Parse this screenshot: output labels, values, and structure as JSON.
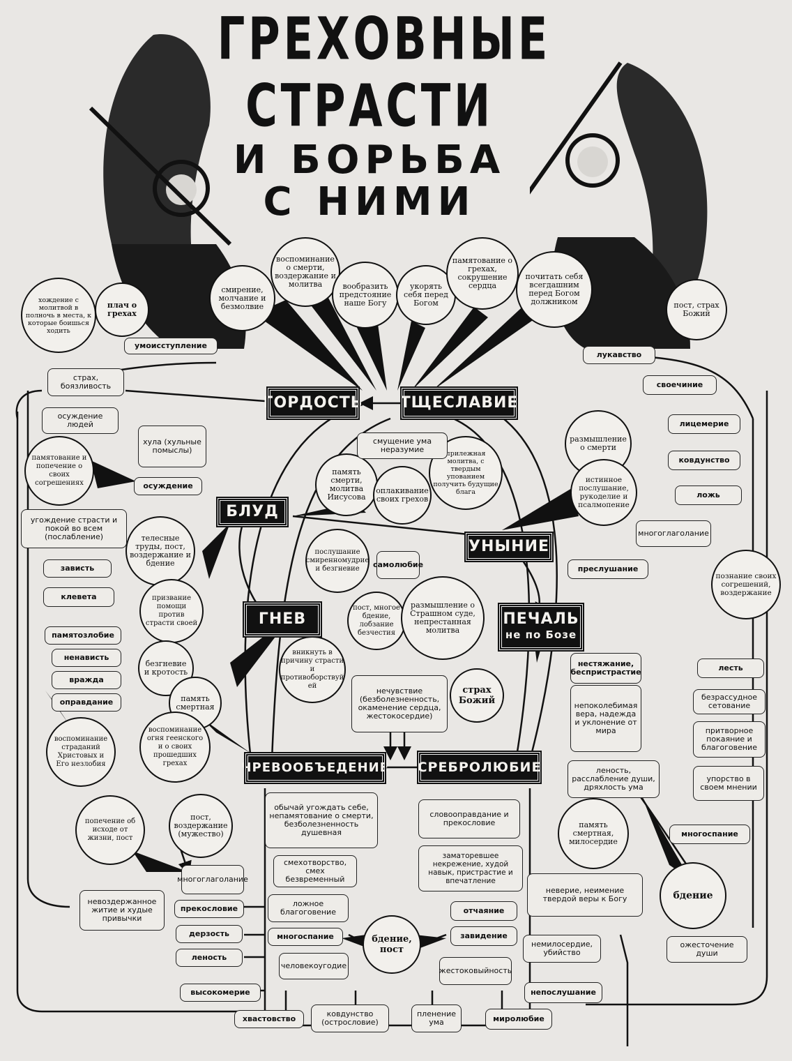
{
  "title": {
    "line1": "ГРЕХОВНЫЕ",
    "line2": "СТРАСТИ",
    "line3": "И БОРЬБА",
    "line4": "С НИМИ"
  },
  "passions": {
    "gordost": "ГОРДОСТЬ",
    "tscheslavie": "ТЩЕСЛАВИЕ",
    "blud": "БЛУД",
    "unynie": "УНЫНИЕ",
    "gnev": "ГНЕВ",
    "pechal_line1": "ПЕЧАЛЬ",
    "pechal_line2": "не по Бозе",
    "chrevo": "ЧРЕВООБЪЕДЕНИЕ",
    "srebro": "СРЕБРОЛЮБИЕ"
  },
  "remedies": {
    "hozhdenie": "хождение с молитвой в полночь в места, к которые боишься ходить",
    "plach": "плач о грехах",
    "smirenie": "смирение, молчание и безмолвие",
    "vospominanie_smerti": "воспоминание о смерти, воздержание и молитва",
    "voobrazit": "вообразить предстояние наше Богу",
    "ukoryat": "укорять себя перед Богом",
    "pamyatovanie_grehah": "памятование о грехах, сокрушение сердца",
    "pochitat": "почитать себя всегдашним перед Богом должником",
    "post_strah": "пост, страх Божий",
    "pamyatovanie_popechenie": "памятование и попечение о своих согрешениях",
    "pamyat_smerti_iisus": "память смерти, молитва Иисусова",
    "oplakivanie": "оплакивание своих грехов",
    "prilezhnaya": "прилежная молитва, с твердым упованием получить будущие блага",
    "razmyshlenie_smerti": "размышление о смерти",
    "istinnoe_poslushanie": "истинное послушание, рукоделие и псалмопение",
    "telesnye_trudy": "телесные труды, пост, воздержание и бдение",
    "poslushanie_smirenno": "послушание смиренномудрие и безгневие",
    "prizvanie": "призвание помощи против страсти своей",
    "post_mnogoe_bdenie": "пост, многое бдение, лобзание безчестия",
    "razmyshlenie_sud": "размышление о Страшном суде, непрестанная молитва",
    "poznanie": "познание своих согрешений, воздержание",
    "bezgnevie_krotost": "безгневие и кротость",
    "pamyat_smertnaya_gnev": "память смертная",
    "vniknut": "вникнуть в причину страсти и противоборствуй ей",
    "strah_bozhiy": "страх Божий",
    "vospominanie_ognya": "воспоминание огня геенского и о своих прошедших грехах",
    "vospominanie_stradaniy": "воспоминание страданий Христовых и Его незлобия",
    "popechenie_ishode": "попечение об исходе от жизни, пост",
    "post_vozderzhanie": "пост, воздержание (мужество)",
    "pamyat_smertnaya_miloserdie": "память смертная, милосердие",
    "bdenie": "бдение",
    "bdenie_post": "бдение, пост"
  },
  "boxes": {
    "umonistuplenie": "умоисступление",
    "strah_boyazlivost": "страх, боязливость",
    "osuzhdenie_lyudey": "осуждение людей",
    "hula": "хула (хульные помыслы)",
    "osuzhdenie": "осуждение",
    "ugozhdenie_strasti": "угождение страсти и покой во всем (послабление)",
    "zavist": "зависть",
    "kleveta": "клевета",
    "pamyatozlobie": "памятозлобие",
    "nenavist": "ненависть",
    "vrazhda": "вражда",
    "opravdanie": "оправдание",
    "lukavstvo": "лукавство",
    "svoechinie": "своечиние",
    "licemerie": "лицемерие",
    "kovarstvo": "ковдунство",
    "lozh": "ложь",
    "mnogoglagolanie_right": "многоглаголание",
    "smushchenie": "смущение ума неразумие",
    "samolyubie": "самолюбие",
    "preslushanie": "преслушание",
    "nechuvstvie": "нечувствие (безболезненность, окаменение сердца, жестокосердие)",
    "nestyazhanie": "нестяжание, беспристрастие",
    "nepokolebimaya": "непоколебимая вера, надежда и уклонение от мира",
    "lest": "лесть",
    "bezrassudnoe": "безрассудное сетование",
    "pritvornoe": "притворное покаяние и благоговение",
    "upryamstvo": "упорство в своем мнении",
    "len_rasslablenie": "леность, расслабление души, дряхлость ума",
    "mnogospanie_right": "многоспание",
    "ozhestochenie": "ожесточение души",
    "obychay": "обычай угождать себе, непамятование о смерти, безболезненность душевная",
    "smehotvorstvo": "смехотворство, смех безвременный",
    "lozhnoe": "ложное благоговение",
    "mnogoglagolanie_left": "многоглаголание",
    "nevozderzhannoe": "невоздержанное житие и худые привычки",
    "prekoslovie": "прекословие",
    "derzost": "дерзость",
    "lenost": "леность",
    "vysokomerie": "высокомерие",
    "hvastovstvo": "хвастовство",
    "kovarstvo_bottom": "ковдунство (острословие)",
    "mnogospanie_bottom": "многоспание",
    "chelovekougodie": "человекоугодие",
    "plenenie": "пленение ума",
    "zhestokovyynost": "жестоковыйность",
    "mirolyubie": "миролюбие",
    "neposlushanie": "непослушание",
    "zavedenie": "завидение",
    "otchayanie": "отчаяние",
    "nemiloserdie": "немилосердие, убийство",
    "slovoopravdanie": "словооправдание и прекословие",
    "zamatorevshee": "заматоревшее некрежение, худой навык, пристрастие и впечатление",
    "neverie": "неверие, неимение твердой веры к Богу"
  }
}
